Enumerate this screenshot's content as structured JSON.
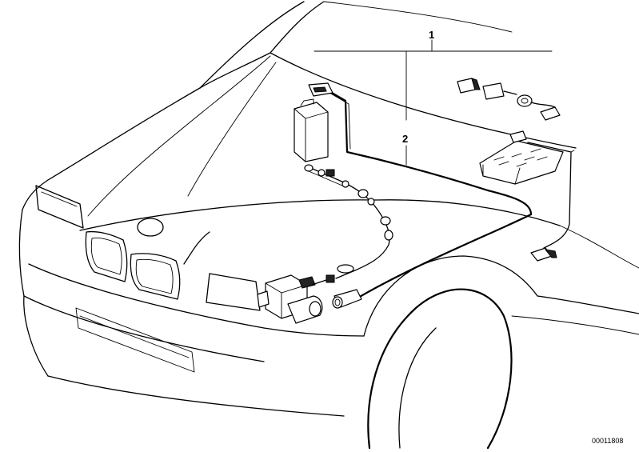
{
  "callouts": [
    {
      "id": "1",
      "text": "1"
    },
    {
      "id": "2",
      "text": "2"
    }
  ],
  "drawing_number": "00011808",
  "colors": {
    "line": "#000000",
    "background": "#ffffff"
  }
}
